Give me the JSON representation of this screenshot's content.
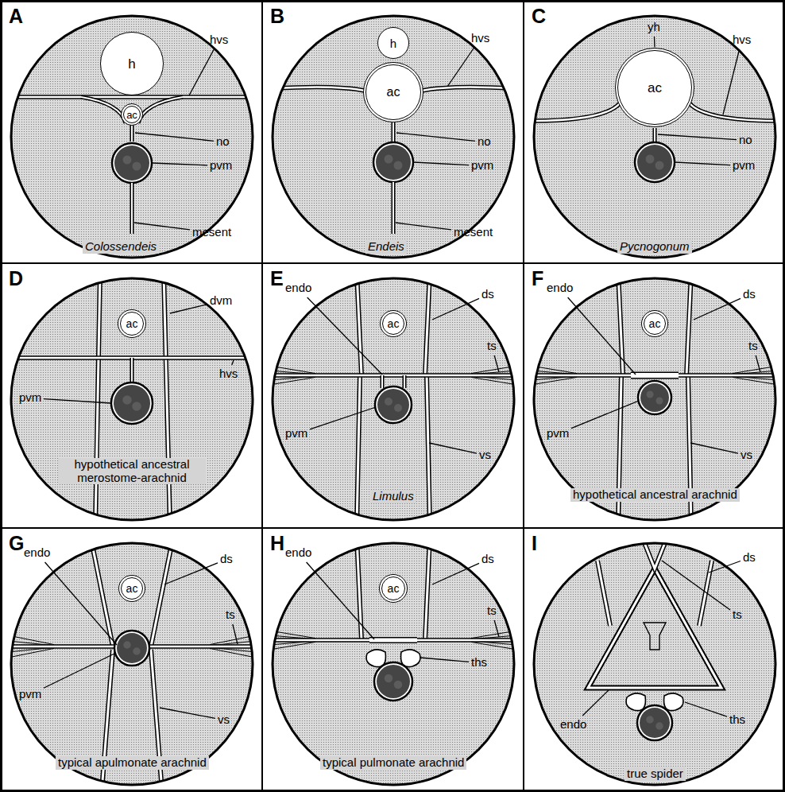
{
  "diagram": {
    "nodes": [
      {
        "text": [
          "A",
          "Colossendeis"
        ]
      },
      {
        "text": [
          "h"
        ],
        "in": 0
      },
      {
        "text": [
          "ac"
        ],
        "in": 0
      },
      {
        "text": [
          "B",
          "Endeis"
        ]
      },
      {
        "text": [
          "h"
        ],
        "in": 3
      },
      {
        "text": [
          "ac"
        ],
        "in": 3
      },
      {
        "text": [
          "C",
          "Pycnogonum"
        ]
      },
      {
        "text": [
          "ac"
        ],
        "in": 6
      },
      {
        "text": [
          "D",
          "hypothetical ancestral merostome-arachnid"
        ]
      },
      {
        "text": [
          "ac"
        ],
        "in": 8
      },
      {
        "text": [
          "E",
          "Limulus"
        ]
      },
      {
        "text": [
          "ac"
        ],
        "in": 10
      },
      {
        "text": [
          "F",
          "hypothetical ancestral arachnid"
        ]
      },
      {
        "text": [
          "ac"
        ],
        "in": 12
      },
      {
        "text": [
          "G",
          "typical apulmonate arachnid"
        ]
      },
      {
        "text": [
          "ac"
        ],
        "in": 14
      },
      {
        "text": [
          "H",
          "typical pulmonate arachnid"
        ]
      },
      {
        "text": [
          "ac"
        ],
        "in": 16
      },
      {
        "text": [
          "I",
          "true spider"
        ]
      }
    ],
    "labels": [
      "hvs",
      "no",
      "pvm",
      "mesent",
      "hvs",
      "no",
      "pvm",
      "mesent",
      "yh",
      "hvs",
      "no",
      "pvm",
      "dvm",
      "hvs",
      "pvm",
      "endo",
      "ds",
      "ts",
      "pvm",
      "vs",
      "endo",
      "ds",
      "ts",
      "pvm",
      "vs",
      "endo",
      "ds",
      "ts",
      "pvm",
      "vs",
      "endo",
      "ds",
      "ts",
      "ths",
      "ds",
      "ts",
      "endo",
      "ths"
    ]
  }
}
